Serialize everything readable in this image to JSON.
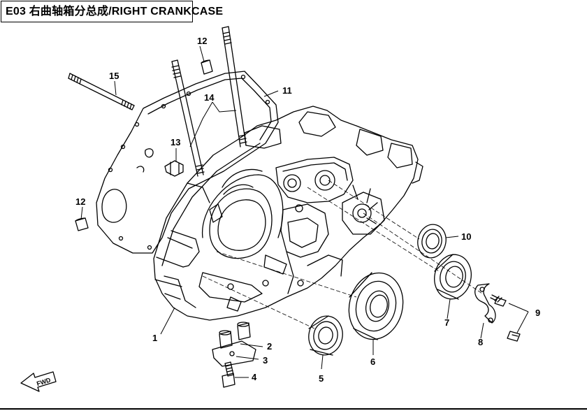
{
  "title": {
    "code": "E03",
    "chinese": "右曲轴箱分总成",
    "english": "RIGHT CRANKCASE"
  },
  "callouts": [
    "1",
    "2",
    "3",
    "4",
    "5",
    "6",
    "7",
    "8",
    "9",
    "10",
    "11",
    "12",
    "12",
    "13",
    "14",
    "15"
  ],
  "fwd_label": "FWD"
}
